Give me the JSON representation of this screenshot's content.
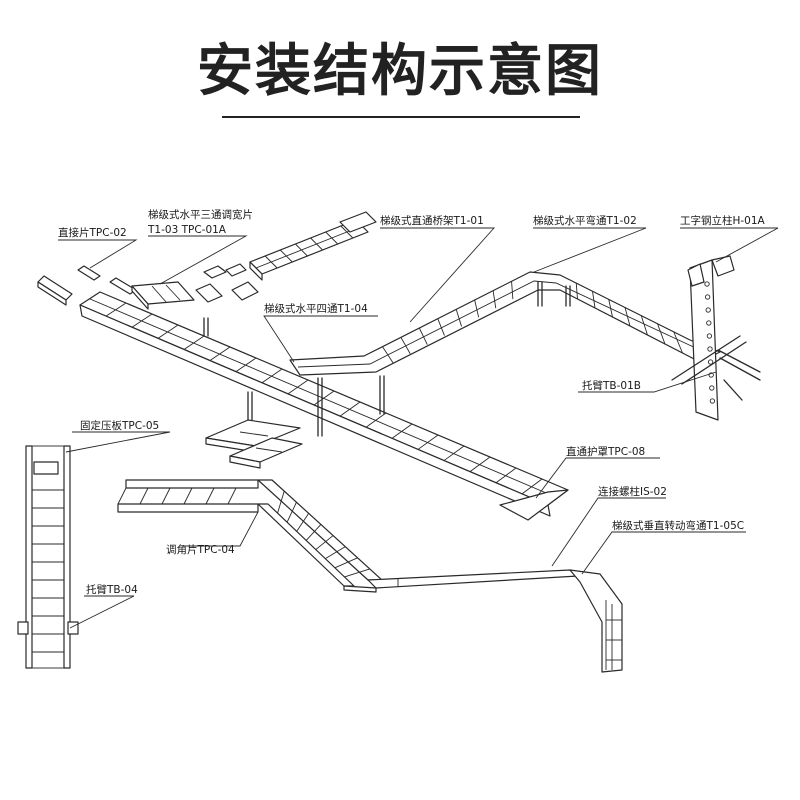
{
  "title": "安装结构示意图",
  "labels": {
    "connector_plate": "直接片TPC-02",
    "horizontal_tee_line1": "梯级式水平三通调宽片",
    "horizontal_tee_line2": "T1-03 TPC-01A",
    "straight_tray": "梯级式直通桥架T1-01",
    "horizontal_bend": "梯级式水平弯通T1-02",
    "steel_column": "工字钢立柱H-01A",
    "horizontal_cross": "梯级式水平四通T1-04",
    "bracket_arm_01b": "托臂TB-01B",
    "fixing_plate": "固定压板TPC-05",
    "straight_cover": "直通护罩TPC-08",
    "connecting_bolt": "连接螺柱IS-02",
    "vertical_rotating_bend": "梯级式垂直转动弯通T1-05C",
    "angle_plate": "调角片TPC-04",
    "bracket_arm_04": "托臂TB-04"
  }
}
